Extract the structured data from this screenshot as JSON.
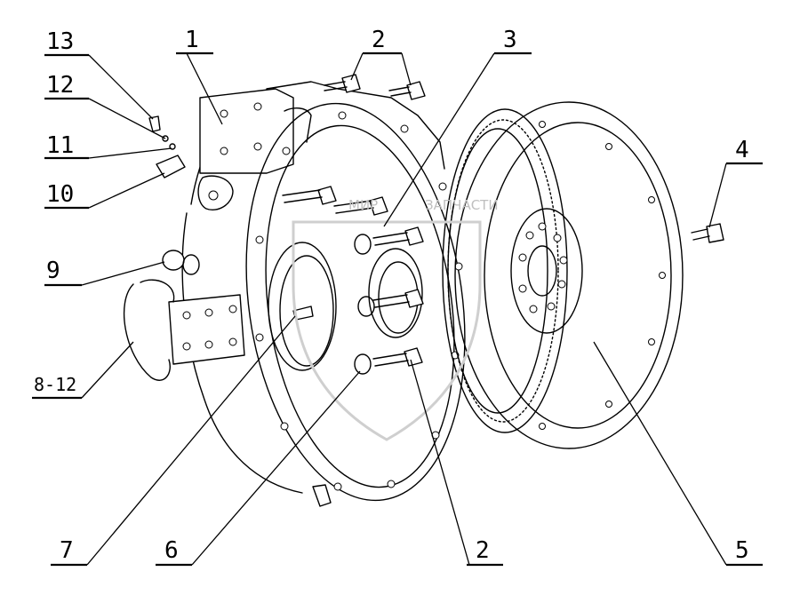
{
  "callouts": {
    "c13": "13",
    "c12": "12",
    "c11": "11",
    "c10": "10",
    "c9": "9",
    "c8_12": "8-12",
    "c1": "1",
    "c2_top": "2",
    "c3": "3",
    "c4": "4",
    "c5": "5",
    "c2_bottom": "2",
    "c6": "6",
    "c7": "7"
  },
  "watermark": {
    "text": "ЗАПЧАСТИ",
    "prefix": "МИР"
  },
  "colors": {
    "line": "#000000",
    "background": "#ffffff",
    "watermark": "#cfcfcf"
  }
}
